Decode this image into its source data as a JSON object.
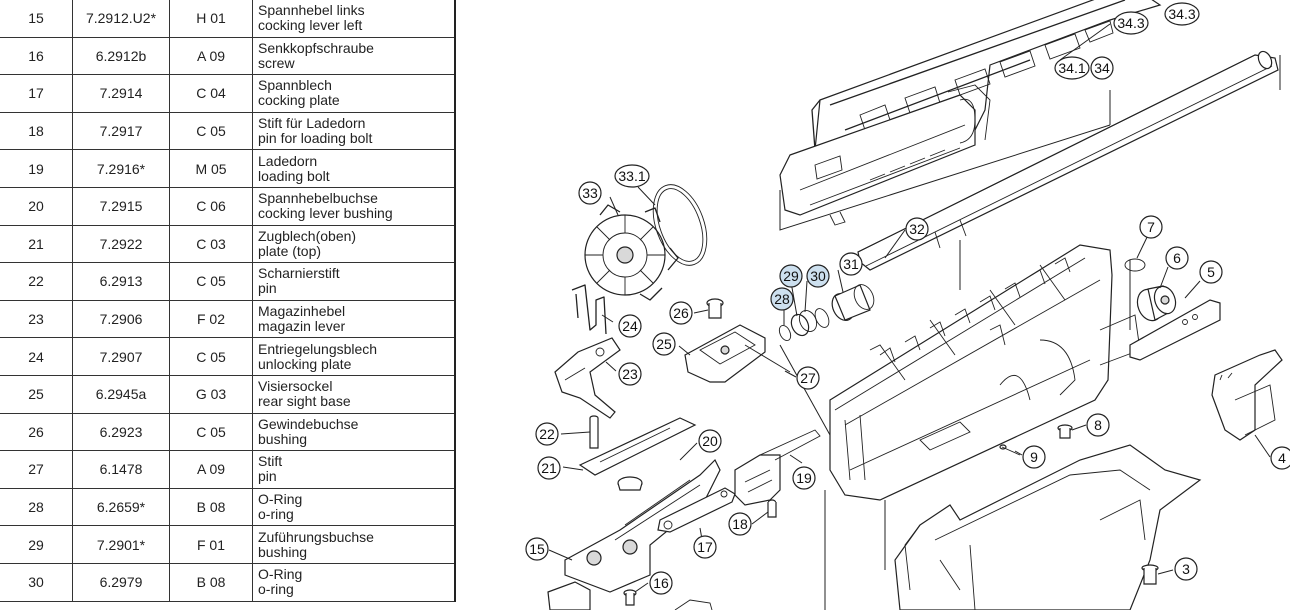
{
  "parts": [
    {
      "pos": "15",
      "part_no": "7.2912.U2*",
      "grid": "H 01",
      "name_de": "Spannhebel links",
      "name_en": "cocking lever left"
    },
    {
      "pos": "16",
      "part_no": "6.2912b",
      "grid": "A 09",
      "name_de": "Senkkopfschraube",
      "name_en": "screw"
    },
    {
      "pos": "17",
      "part_no": "7.2914",
      "grid": "C 04",
      "name_de": "Spannblech",
      "name_en": "cocking plate"
    },
    {
      "pos": "18",
      "part_no": "7.2917",
      "grid": "C 05",
      "name_de": "Stift für Ladedorn",
      "name_en": "pin for loading bolt"
    },
    {
      "pos": "19",
      "part_no": "7.2916*",
      "grid": "M 05",
      "name_de": "Ladedorn",
      "name_en": "loading bolt"
    },
    {
      "pos": "20",
      "part_no": "7.2915",
      "grid": "C 06",
      "name_de": "Spannhebelbuchse",
      "name_en": "cocking lever bushing"
    },
    {
      "pos": "21",
      "part_no": "7.2922",
      "grid": "C 03",
      "name_de": "Zugblech(oben)",
      "name_en": "plate (top)"
    },
    {
      "pos": "22",
      "part_no": "6.2913",
      "grid": "C 05",
      "name_de": "Scharnierstift",
      "name_en": "pin"
    },
    {
      "pos": "23",
      "part_no": "7.2906",
      "grid": "F 02",
      "name_de": "Magazinhebel",
      "name_en": "magazin lever"
    },
    {
      "pos": "24",
      "part_no": "7.2907",
      "grid": "C 05",
      "name_de": "Entriegelungsblech",
      "name_en": "unlocking plate"
    },
    {
      "pos": "25",
      "part_no": "6.2945a",
      "grid": "G 03",
      "name_de": "Visiersockel",
      "name_en": "rear sight base"
    },
    {
      "pos": "26",
      "part_no": "6.2923",
      "grid": "C 05",
      "name_de": "Gewindebuchse",
      "name_en": "bushing"
    },
    {
      "pos": "27",
      "part_no": "6.1478",
      "grid": "A 09",
      "name_de": "Stift",
      "name_en": "pin"
    },
    {
      "pos": "28",
      "part_no": "6.2659*",
      "grid": "B 08",
      "name_de": "O-Ring",
      "name_en": "o-ring"
    },
    {
      "pos": "29",
      "part_no": "7.2901*",
      "grid": "F 01",
      "name_de": "Zuführungsbuchse",
      "name_en": "bushing"
    },
    {
      "pos": "30",
      "part_no": "6.2979",
      "grid": "B 08",
      "name_de": "O-Ring",
      "name_en": "o-ring"
    }
  ],
  "callouts": {
    "c34_3a": "34.3",
    "c34_3b": "34.3",
    "c34_1": "34.1",
    "c34": "34",
    "c33": "33",
    "c33_1": "33.1",
    "c32": "32",
    "c31": "31",
    "c30": "30",
    "c29": "29",
    "c28": "28",
    "c7": "7",
    "c6": "6",
    "c5": "5",
    "c4": "4",
    "c26": "26",
    "c25": "25",
    "c24": "24",
    "c23": "23",
    "c27": "27",
    "c22": "22",
    "c20": "20",
    "c21": "21",
    "c19": "19",
    "c9": "9",
    "c8": "8",
    "c18": "18",
    "c17": "17",
    "c15": "15",
    "c16": "16",
    "c3": "3"
  },
  "colors": {
    "highlight": "#cde0ef",
    "line": "#222222"
  }
}
